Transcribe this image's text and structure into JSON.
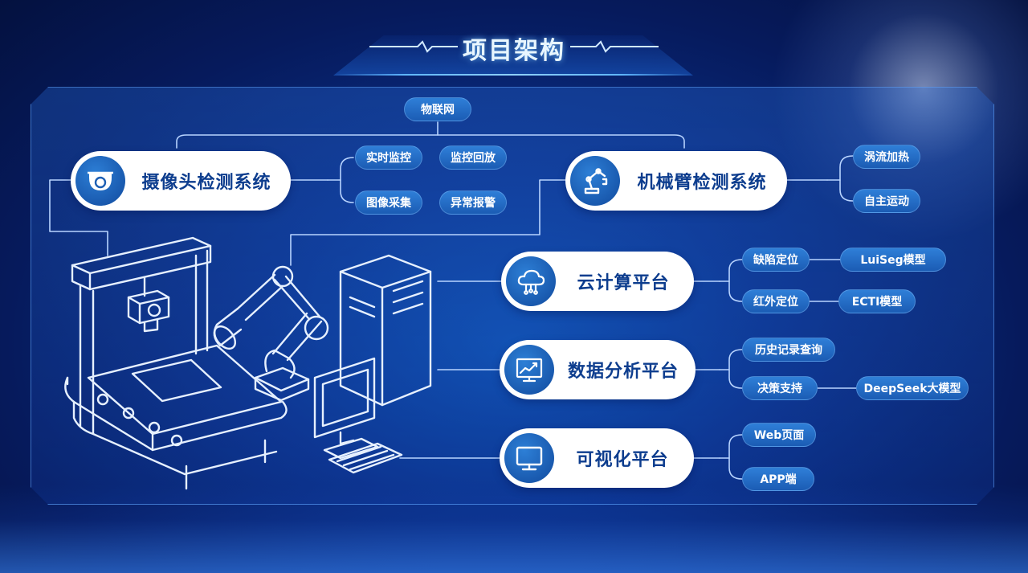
{
  "page": {
    "title": "项目架构"
  },
  "hub": {
    "label": "物联网"
  },
  "camera_system": {
    "label": "摄像头检测系统",
    "icon": "camera-icon",
    "tags": [
      "实时监控",
      "监控回放",
      "图像采集",
      "异常报警"
    ]
  },
  "arm_system": {
    "label": "机械臂检测系统",
    "icon": "robot-arm-icon",
    "tags": [
      "涡流加热",
      "自主运动"
    ]
  },
  "cloud_platform": {
    "label": "云计算平台",
    "icon": "cloud-icon",
    "tags": [
      "缺陷定位",
      "红外定位"
    ],
    "models": [
      "LuiSeg模型",
      "ECTI模型"
    ]
  },
  "data_platform": {
    "label": "数据分析平台",
    "icon": "chart-monitor-icon",
    "tags": [
      "历史记录查询",
      "决策支持"
    ],
    "models": [
      "DeepSeek大模型"
    ]
  },
  "visual_platform": {
    "label": "可视化平台",
    "icon": "monitor-icon",
    "tags": [
      "Web页面",
      "APP端"
    ]
  },
  "colors": {
    "accent": "#1b5cb4",
    "text_dark": "#0d3d8e",
    "line": "#b8d4ff"
  }
}
